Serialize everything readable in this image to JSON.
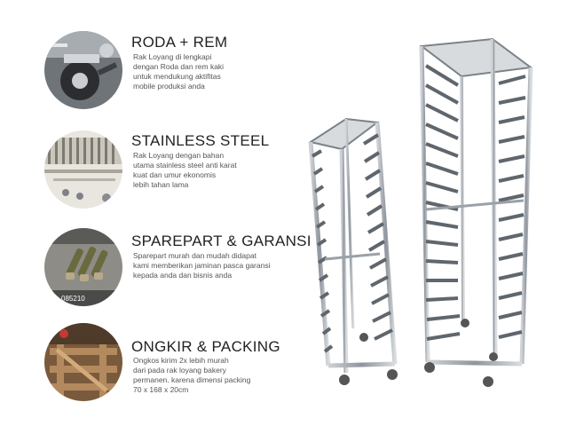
{
  "features": [
    {
      "title": "RODA + REM",
      "icon": "caster-wheel-photo",
      "lines": [
        "Rak Loyang di lengkapi",
        "dengan Roda dan rem kaki",
        "untuk mendukung aktifitas",
        "mobile produksi anda"
      ]
    },
    {
      "title": "STAINLESS STEEL",
      "icon": "steel-frame-photo",
      "lines": [
        "Rak Loyang dengan bahan",
        "utama stainless steel anti karat",
        "kuat dan umur ekonomis",
        "lebih tahan lama"
      ]
    },
    {
      "title": "SPAREPART & GARANSI",
      "icon": "spare-parts-photo",
      "lines": [
        "Sparepart murah dan mudah didapat",
        "kami memberikan jaminan pasca garansi",
        "kepada anda dan bisnis anda"
      ],
      "photo_text": "WA: 085210"
    },
    {
      "title": "ONGKIR & PACKING",
      "icon": "wooden-crate-photo",
      "lines": [
        "Ongkos kirim 2x lebih murah",
        "dari pada rak loyang bakery",
        "permanen. karena dimensi packing",
        "70 x 168 x 20cm"
      ]
    }
  ],
  "product": {
    "icon": "stainless-tray-rack-photo"
  },
  "colors": {
    "title": "#222222",
    "text": "#555555",
    "steel": "#9aa0a6",
    "steel_dark": "#5f666d"
  }
}
